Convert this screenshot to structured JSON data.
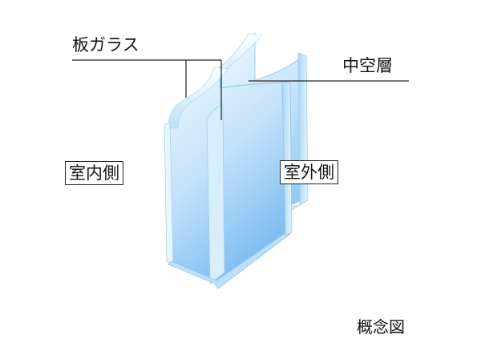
{
  "labels": {
    "plate_glass": "板ガラス",
    "air_layer": "中空層",
    "indoor": "室内側",
    "outdoor": "室外側",
    "caption": "概念図"
  },
  "colors": {
    "glass_face": "#cfe7fb",
    "glass_face_deep": "#8fc8f2",
    "glass_edge": "#e6f4fd",
    "leader_line": "#222222"
  }
}
